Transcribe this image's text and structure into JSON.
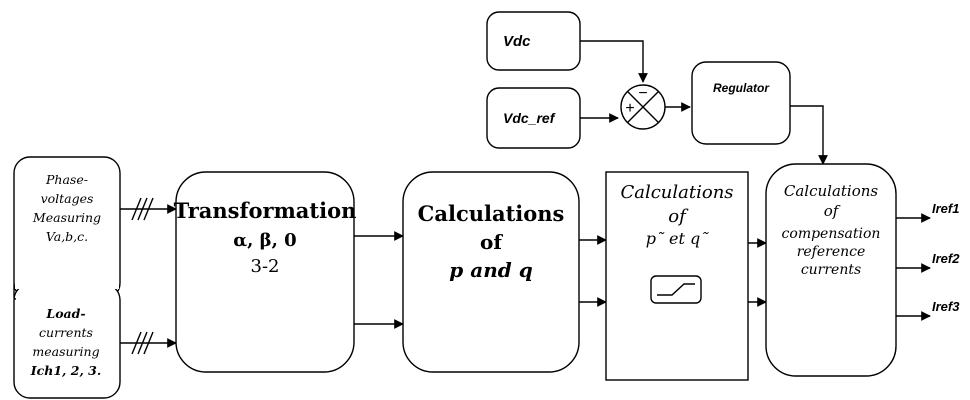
{
  "blocks": {
    "vdc": "Vdc",
    "vdc_ref": "Vdc_ref",
    "regulator": "Regulator",
    "phase_voltages": [
      "Phase-",
      "voltages",
      "Measuring",
      "Va,b,c."
    ],
    "load_currents": [
      "Load-",
      "currents",
      "measuring",
      "Ich1, 2, 3."
    ],
    "transformation": [
      "Transformation",
      "α, β, 0",
      "3-2"
    ],
    "calc_pq": [
      "Calculations",
      "of",
      "p and q"
    ],
    "calc_filter": [
      "Calculations",
      "of",
      "p˜ et q˜"
    ],
    "calc_ref": [
      "Calculations",
      "of",
      "compensation",
      "reference",
      "currents"
    ]
  },
  "summing_junction": {
    "minus": "−",
    "plus": "+"
  },
  "outputs": [
    "Iref1",
    "Iref2",
    "Iref3"
  ]
}
